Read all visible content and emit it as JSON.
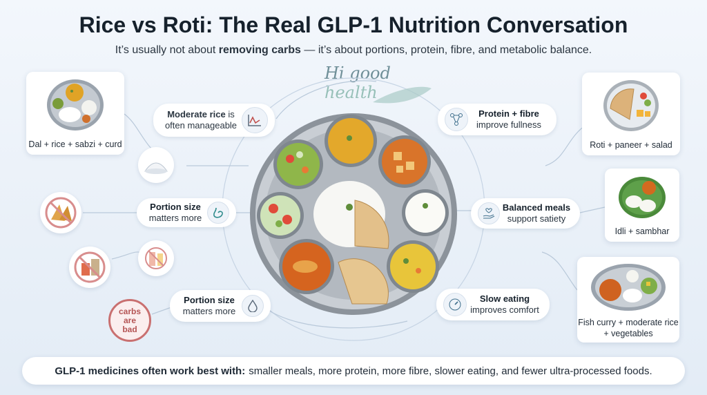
{
  "header": {
    "title": "Rice vs Roti: The Real GLP-1 Nutrition Conversation",
    "subtitle_pre": "It’s usually not about ",
    "subtitle_bold": "removing carbs",
    "subtitle_post": " — it’s about portions, protein, fibre, and metabolic balance."
  },
  "brand": {
    "word1": "Hi good",
    "word2": "health"
  },
  "left_cards": [
    {
      "caption": "Dal + rice + sabzi + curd"
    }
  ],
  "right_cards": [
    {
      "caption": "Roti + paneer + salad"
    },
    {
      "caption": "Idli + sambhar"
    },
    {
      "caption_line1": "Fish curry + moderate rice",
      "caption_line2": "+ vegetables"
    }
  ],
  "pills": {
    "moderate_rice": {
      "bold": "Moderate rice",
      "rest1": " is",
      "line2": "often manageable",
      "icon": "line-chart-icon"
    },
    "portion_size_1": {
      "bold": "Portion size",
      "line2": "matters more",
      "icon": "stomach-icon"
    },
    "portion_size_2": {
      "bold": "Portion size",
      "line2": "matters more",
      "icon": "drop-icon"
    },
    "protein_fibre": {
      "bold": "Protein + fibre",
      "line2": "improve fullness",
      "icon": "molecule-icon"
    },
    "balanced_meals": {
      "bold": "Balanced meals",
      "line2": "support satiety",
      "icon": "hand-heart-icon"
    },
    "slow_eating": {
      "bold": "Slow eating",
      "line2": "improves comfort",
      "icon": "gauge-icon"
    }
  },
  "no_carbs_badge": {
    "line1": "carbs",
    "line2": "are",
    "line3": "bad"
  },
  "footer": {
    "bold": "GLP-1 medicines often work best with:",
    "rest": "smaller meals, more protein, more fibre, slower eating, and fewer ultra-processed foods."
  },
  "colors": {
    "accent_teal": "#6f8f98",
    "line_color": "#b9c9da",
    "badge_red": "#c97070"
  }
}
